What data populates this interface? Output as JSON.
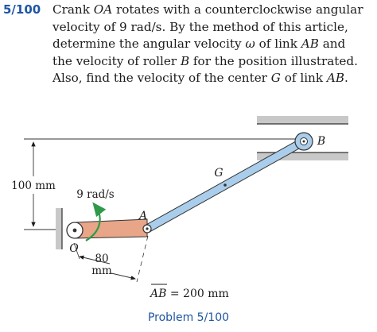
{
  "problem": {
    "number": "5/100",
    "lines": [
      [
        "Crank ",
        "OA",
        " rotates with a counterclockwise angular"
      ],
      [
        "velocity of 9 rad/s. By the method of this article,",
        "",
        ""
      ],
      [
        "determine the angular velocity ",
        "ω",
        " of link "
      ],
      [
        "the velocity of roller ",
        "B",
        " for the position illustrated."
      ],
      [
        "Also, find the velocity of the center ",
        "G",
        " of link "
      ]
    ],
    "line3_tail": [
      "AB",
      " and"
    ],
    "line5_tail": [
      "AB",
      "."
    ]
  },
  "figure": {
    "dim_height": "100 mm",
    "omega": "9 rad/s",
    "point_A": "A",
    "point_B": "B",
    "point_G": "G",
    "point_O": "O",
    "dim_horizontal_value": "80",
    "dim_horizontal_unit": "mm",
    "length_label": "AB",
    "length_value": " = 200 mm",
    "colors": {
      "crank": "#e8a588",
      "link": "#a9cdea",
      "wall": "#c8c8c8",
      "arrow": "#2f9a4a",
      "caption": "#1f57a4"
    }
  },
  "caption": "Problem 5/100"
}
